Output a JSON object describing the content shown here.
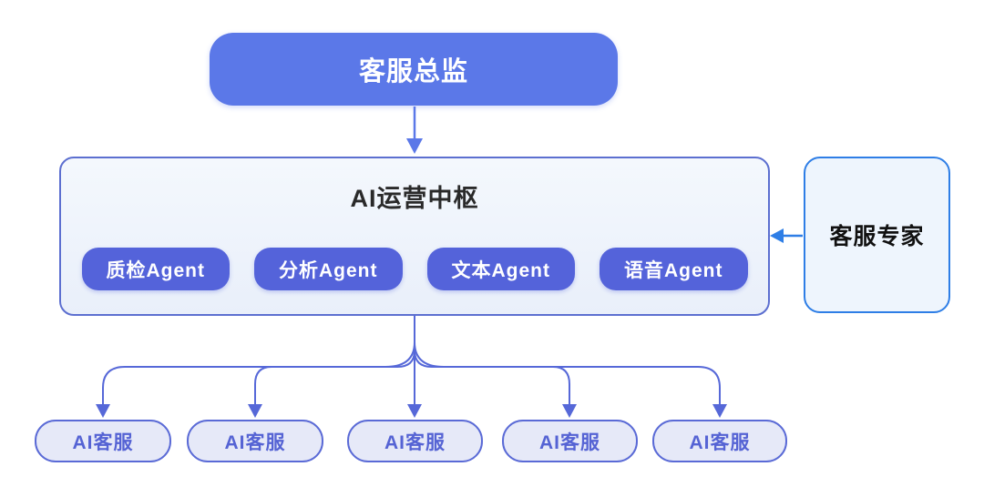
{
  "diagram": {
    "director": {
      "label": "客服总监"
    },
    "hub": {
      "title": "AI运营中枢",
      "agents": [
        {
          "label": "质检Agent"
        },
        {
          "label": "分析Agent"
        },
        {
          "label": "文本Agent"
        },
        {
          "label": "语音Agent"
        }
      ]
    },
    "expert": {
      "label": "客服专家"
    },
    "leaves": [
      {
        "label": "AI客服"
      },
      {
        "label": "AI客服"
      },
      {
        "label": "AI客服"
      },
      {
        "label": "AI客服"
      },
      {
        "label": "AI客服"
      }
    ],
    "colors": {
      "director_fill": "#5b78e8",
      "director_text": "#ffffff",
      "hub_border": "#5c6fd0",
      "hub_fill": "#edf2fb",
      "hub_title_text": "#2a2a2a",
      "agent_pill_fill": "#5463da",
      "agent_pill_text": "#ffffff",
      "expert_border": "#2e7ee6",
      "expert_fill": "#eef5fd",
      "expert_text": "#111111",
      "leaf_fill": "#e6e9f8",
      "leaf_border": "#5a6ad6",
      "leaf_text": "#5563d4",
      "tree_connector": "#5668d8",
      "top_arrow": "#5b78e8",
      "expert_arrow": "#2e7ee6"
    }
  }
}
